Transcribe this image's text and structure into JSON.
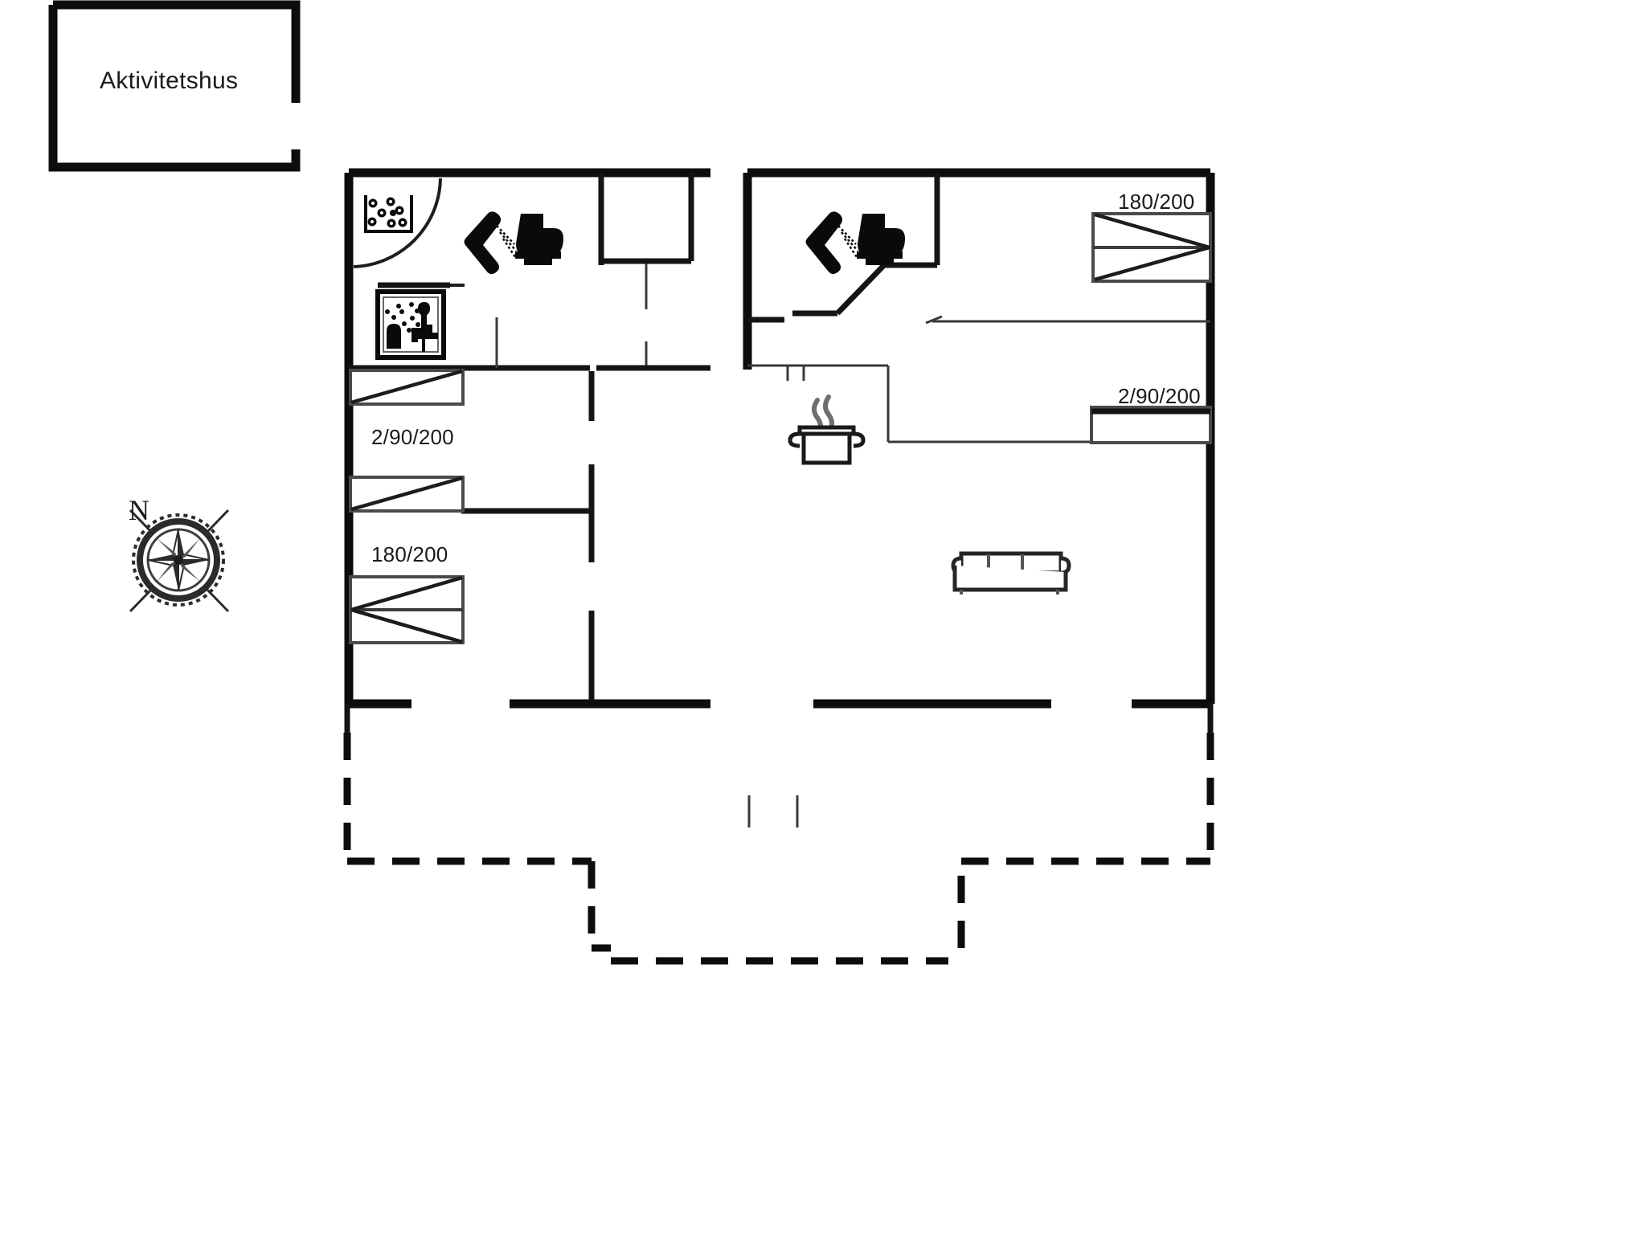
{
  "document": {
    "type": "floor-plan",
    "background_color": "#ffffff",
    "line_color": "#0d0d0d"
  },
  "title_box": {
    "label": "Aktivitetshus",
    "border_color": "#0d0d0d"
  },
  "compass": {
    "north_label": "N",
    "icon": "compass-rose-icon"
  },
  "labels": {
    "left_wing": {
      "bed_double_upper": "2/90/200",
      "bed_double_lower": "180/200"
    },
    "right_wing": {
      "bed_double_upper": "180/200",
      "bed_double_lower": "2/90/200"
    }
  },
  "icons": {
    "whirlpool": "whirlpool-bubbles-icon",
    "sauna": "sauna-steam-room-icon",
    "shower_left": "shower-head-icon",
    "toilet_left": "toilet-icon",
    "shower_right": "shower-head-icon",
    "toilet_right": "toilet-icon",
    "stove_pot": "cooking-pot-icon",
    "sofa": "sofa-icon",
    "door_swing": "door-swing-arc-icon"
  },
  "furniture": {
    "beds": [
      {
        "name": "bed-left-single-upper",
        "label": "",
        "style": "single"
      },
      {
        "name": "bed-left-single-lower",
        "label": "2/90/200",
        "style": "single"
      },
      {
        "name": "bed-left-double",
        "label": "180/200",
        "style": "double"
      },
      {
        "name": "bed-right-double",
        "label": "180/200",
        "style": "double"
      },
      {
        "name": "bed-right-single",
        "label": "2/90/200",
        "style": "single"
      }
    ]
  },
  "terrace": {
    "outline_style": "dashed"
  }
}
